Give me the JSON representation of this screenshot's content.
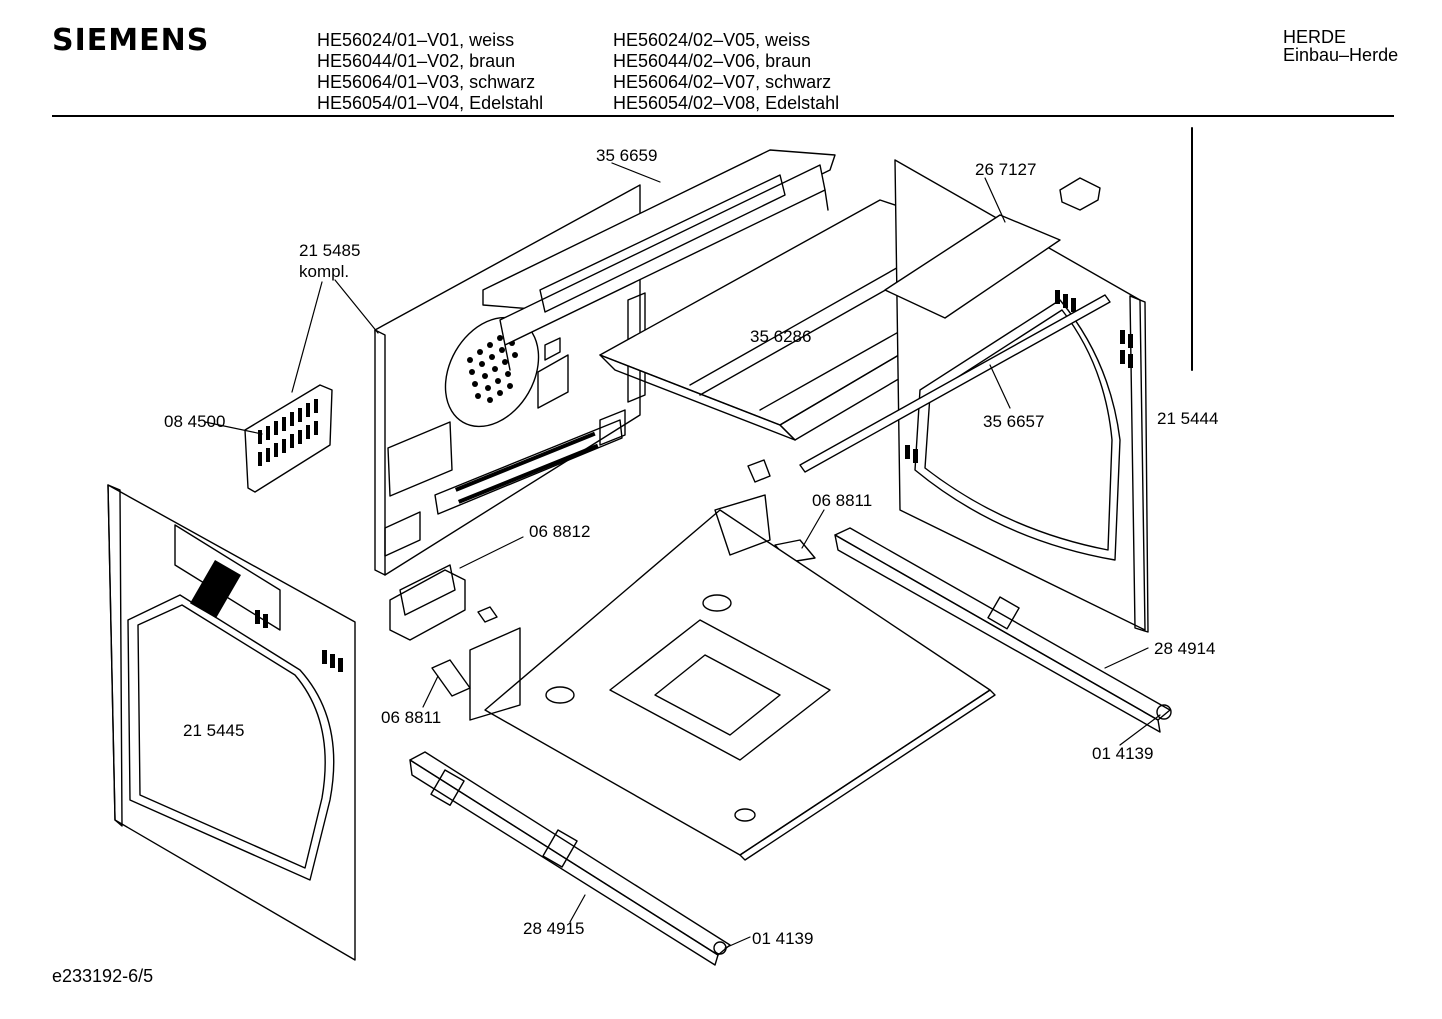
{
  "header": {
    "brand": "SIEMENS",
    "models_col1": [
      "HE56024/01–V01, weiss",
      "HE56044/01–V02, braun",
      "HE56064/01–V03, schwarz",
      "HE56054/01–V04, Edelstahl"
    ],
    "models_col2": [
      "HE56024/02–V05, weiss",
      "HE56044/02–V06, braun",
      "HE56064/02–V07, schwarz",
      "HE56054/02–V08, Edelstahl"
    ],
    "category_line1": "HERDE",
    "category_line2": "Einbau–Herde"
  },
  "parts": {
    "top_rail": "35 6659",
    "clip_top": "26 7127",
    "back_panel_line1": "21 5485",
    "back_panel_line2": "kompl.",
    "top_cover": "35 6286",
    "rear_strip": "35 6657",
    "right_side": "21 5444",
    "vent_grille": "08 4500",
    "bracket_mid": "06 8811",
    "cable_holder": "06 8812",
    "left_side": "21 5445",
    "bracket_left": "06 8811",
    "right_runner": "28 4914",
    "roller_right": "01 4139",
    "left_runner": "28 4915",
    "roller_left": "01 4139"
  },
  "footer": {
    "drawing_id": "e233192-6/5"
  }
}
